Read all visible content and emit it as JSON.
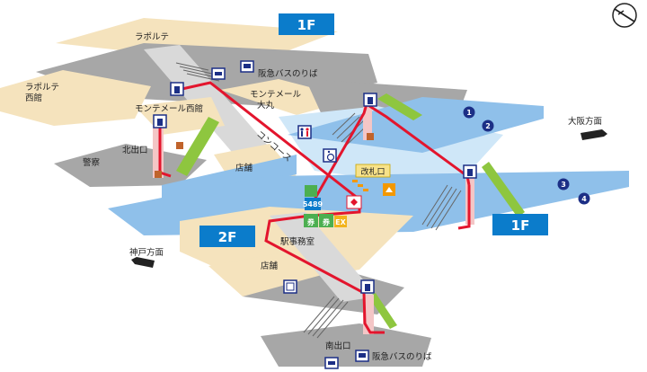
{
  "floor_badges": {
    "upper_left": "1F",
    "upper_right": "1F",
    "middle": "2F"
  },
  "labels": {
    "laporte": "ラポルテ",
    "laporte_west_1": "ラポルテ",
    "laporte_west_2": "西館",
    "hankyu_bus_top": "阪急バスのりば",
    "montemer_daimaru_1": "モンテメール",
    "montemer_daimaru_2": "大丸",
    "montemer_west": "モンテメール西館",
    "north_exit": "北出口",
    "police": "警察",
    "shop_upper": "店舗",
    "concourse": "コンコース",
    "ticket_gate": "改札口",
    "osaka_direction": "大阪方面",
    "kobe_direction": "神戸方面",
    "station_office": "駅事務室",
    "shop_lower": "店舗",
    "south_exit": "南出口",
    "hankyu_bus_bottom": "阪急バスのりば"
  },
  "platform_numbers": [
    "1",
    "2",
    "3",
    "4"
  ],
  "icons": {
    "ticket_machine": "券",
    "aed": "AED",
    "ex": "EX",
    "phone_number": "5489"
  },
  "colors": {
    "platform_blue": "#8fc0ea",
    "building_tan": "#f5e3bd",
    "floor_gray": "#a7a7a7",
    "concourse_gray": "#d9d9d9",
    "gate_area": "#cfe7f8",
    "route_red": "#e3152d",
    "badge_blue": "#0b7ccb",
    "badge_navy": "#1c2f86",
    "ticket_green": "#4caf50",
    "escalator_green": "#8ec63f"
  }
}
